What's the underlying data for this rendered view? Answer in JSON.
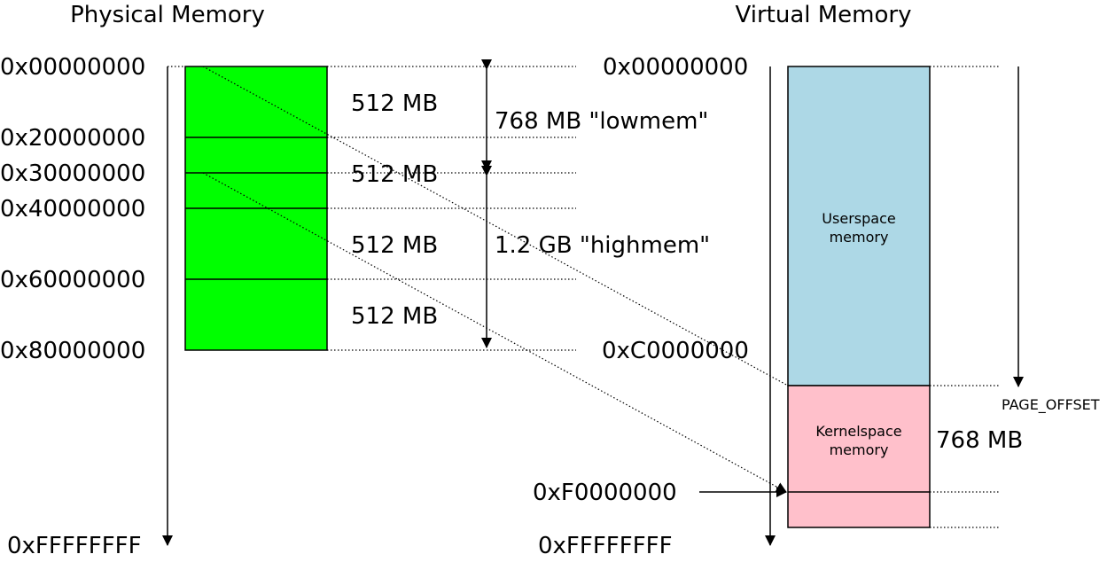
{
  "titles": {
    "physical": "Physical Memory",
    "virtual": "Virtual Memory"
  },
  "physical": {
    "addresses": [
      "0x00000000",
      "0x20000000",
      "0x30000000",
      "0x40000000",
      "0x60000000",
      "0x80000000",
      "0xFFFFFFFF"
    ],
    "block_sizes": [
      "512 MB",
      "512 MB",
      "512 MB",
      "512 MB"
    ],
    "lowmem_label": "768 MB \"lowmem\"",
    "highmem_label": "1.2 GB \"highmem\"",
    "block_color": "#00ff00"
  },
  "virtual": {
    "addresses": [
      "0x00000000",
      "0xC0000000",
      "0xF0000000",
      "0xFFFFFFFF"
    ],
    "userspace_label": [
      "Userspace",
      "memory"
    ],
    "kernelspace_label": [
      "Kernelspace",
      "memory"
    ],
    "kernel_size": "768 MB",
    "page_offset": "PAGE_OFFSET",
    "userspace_color": "#add8e6",
    "kernelspace_color": "#ffc0cb"
  }
}
